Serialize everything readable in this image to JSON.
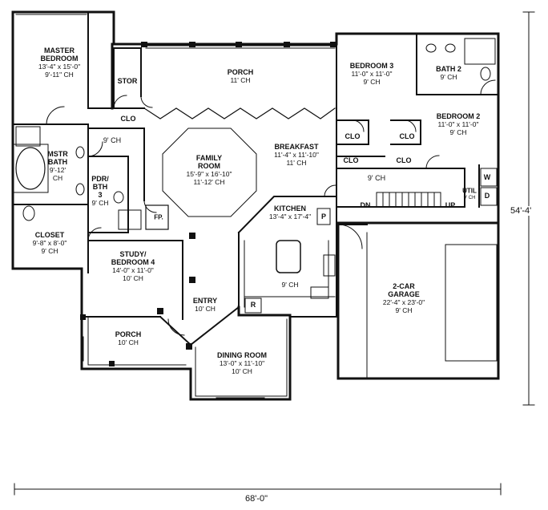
{
  "rooms": [
    {
      "id": "master-bedroom",
      "name": [
        "MASTER",
        "BEDROOM"
      ],
      "size": "13'-4\" x 15'-0\"",
      "ch": "9'-11\" CH"
    },
    {
      "id": "porch-rear",
      "name": [
        "PORCH"
      ],
      "size": "",
      "ch": "11' CH"
    },
    {
      "id": "bedroom-3",
      "name": [
        "BEDROOM 3"
      ],
      "size": "11'-0\" x 11'-0\"",
      "ch": "9' CH"
    },
    {
      "id": "bath-2",
      "name": [
        "BATH 2"
      ],
      "size": "",
      "ch": "9' CH"
    },
    {
      "id": "bedroom-2",
      "name": [
        "BEDROOM 2"
      ],
      "size": "11'-0\" x 11'-0\"",
      "ch": "9' CH"
    },
    {
      "id": "mstr-bath",
      "name": [
        "MSTR",
        "BATH"
      ],
      "size": "9'-12'",
      "ch": "CH"
    },
    {
      "id": "family-room",
      "name": [
        "FAMILY",
        "ROOM"
      ],
      "size": "15'-9\" x 16'-10\"",
      "ch": "11'-12' CH"
    },
    {
      "id": "breakfast",
      "name": [
        "BREAKFAST"
      ],
      "size": "11'-4\" x 11'-10\"",
      "ch": "11' CH"
    },
    {
      "id": "pdr-bth",
      "name": [
        "PDR/",
        "BTH",
        "3"
      ],
      "size": "",
      "ch": "9' CH"
    },
    {
      "id": "closet",
      "name": [
        "CLOSET"
      ],
      "size": "9'-8\" x 8'-0\"",
      "ch": "9' CH"
    },
    {
      "id": "kitchen",
      "name": [
        "KITCHEN"
      ],
      "size": "13'-4\" x 17'-4\"",
      "ch": "9' CH"
    },
    {
      "id": "study",
      "name": [
        "STUDY/",
        "BEDROOM 4"
      ],
      "size": "14'-0\" x 11'-0\"",
      "ch": "10' CH"
    },
    {
      "id": "entry",
      "name": [
        "ENTRY"
      ],
      "size": "",
      "ch": "10' CH"
    },
    {
      "id": "garage",
      "name": [
        "2-CAR",
        "GARAGE"
      ],
      "size": "22'-4\" x 23'-0\"",
      "ch": "9' CH"
    },
    {
      "id": "porch-front",
      "name": [
        "PORCH"
      ],
      "size": "",
      "ch": "10' CH"
    },
    {
      "id": "dining-room",
      "name": [
        "DINING ROOM"
      ],
      "size": "13'-0\" x 11'-10\"",
      "ch": "10' CH"
    }
  ],
  "tags": [
    {
      "id": "stor",
      "text": "STOR"
    },
    {
      "id": "clo-1",
      "text": "CLO"
    },
    {
      "id": "ch-hall-1",
      "text": "9' CH"
    },
    {
      "id": "clo-bed3",
      "text": "CLO"
    },
    {
      "id": "clo-bed2",
      "text": "CLO"
    },
    {
      "id": "clo-hall-1",
      "text": "CLO"
    },
    {
      "id": "clo-hall-2",
      "text": "CLO"
    },
    {
      "id": "ch-hall-2",
      "text": "9' CH"
    },
    {
      "id": "w",
      "text": "W"
    },
    {
      "id": "d",
      "text": "D"
    },
    {
      "id": "util",
      "text": "UTIL"
    },
    {
      "id": "util-ch",
      "text": "9' CH"
    },
    {
      "id": "dn",
      "text": "DN"
    },
    {
      "id": "up",
      "text": "UP"
    },
    {
      "id": "p",
      "text": "P"
    },
    {
      "id": "r",
      "text": "R"
    },
    {
      "id": "fp",
      "text": "FP."
    }
  ],
  "dimensions": {
    "width": "68'-0\"",
    "depth": "54'-4'"
  }
}
